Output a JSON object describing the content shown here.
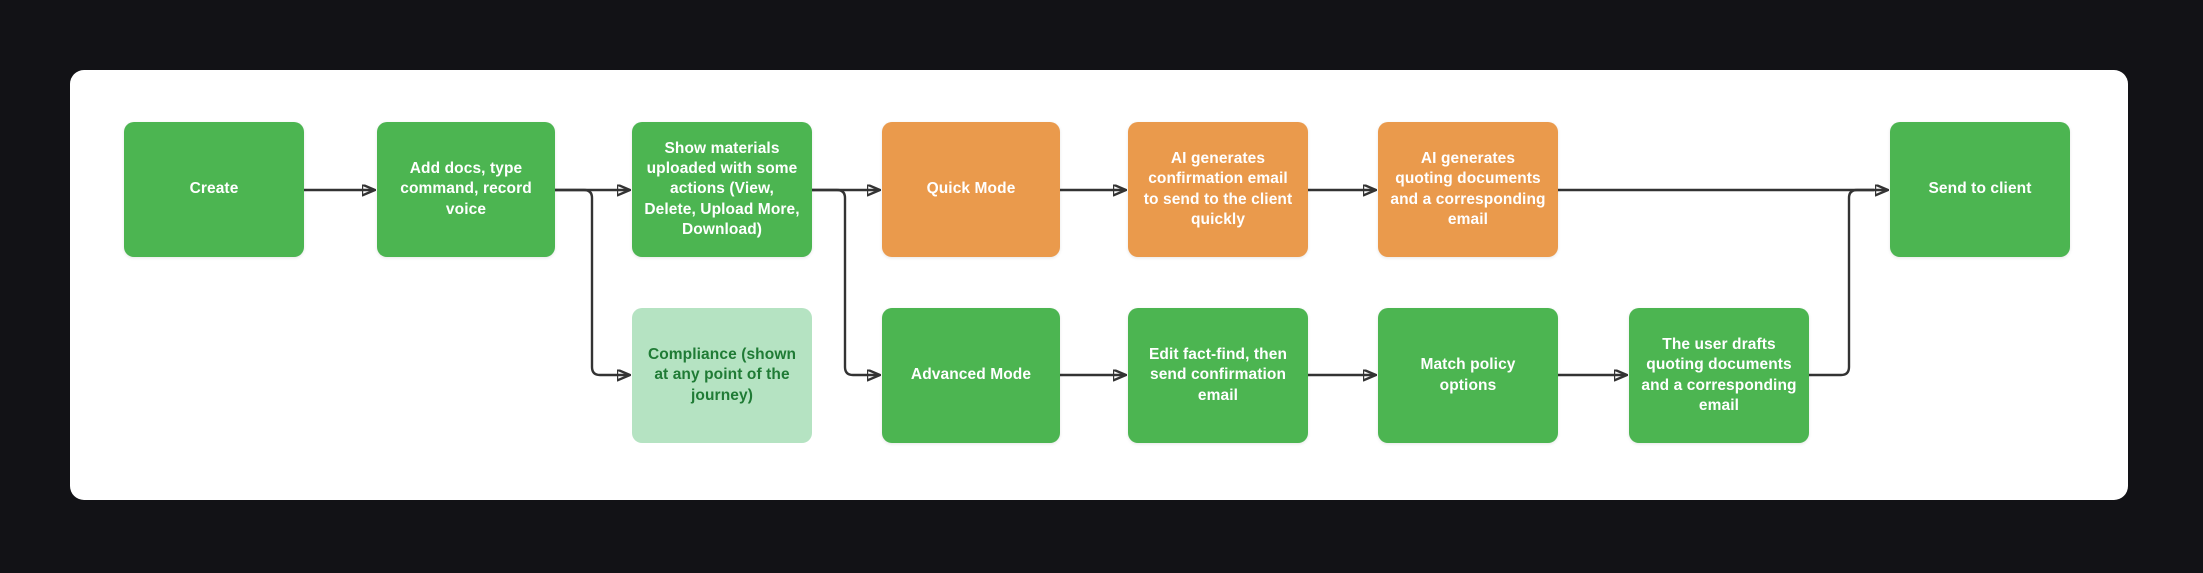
{
  "page": {
    "type": "flowchart"
  },
  "colors": {
    "background": "#121216",
    "card": "#ffffff",
    "green": "#4cb551",
    "orange": "#ea9a4c",
    "mint": "#b5e3c2",
    "mint_text": "#1f7b35",
    "line": "#333333",
    "node_text": "#ffffff"
  },
  "nodes": [
    {
      "id": "create",
      "label": "Create",
      "variant": "green"
    },
    {
      "id": "add-docs",
      "label": "Add docs, type command, record voice",
      "variant": "green"
    },
    {
      "id": "show-materials",
      "label": "Show materials uploaded with some actions (View, Delete, Upload More, Download)",
      "variant": "green"
    },
    {
      "id": "quick-mode",
      "label": "Quick Mode",
      "variant": "orange"
    },
    {
      "id": "ai-confirmation-email",
      "label": "AI generates confirmation email to send to the client quickly",
      "variant": "orange"
    },
    {
      "id": "ai-quoting-documents",
      "label": "AI generates quoting documents and a corresponding email",
      "variant": "orange"
    },
    {
      "id": "send-to-client",
      "label": "Send to client",
      "variant": "green"
    },
    {
      "id": "compliance",
      "label": "Compliance (shown at any point of the journey)",
      "variant": "mint"
    },
    {
      "id": "advanced-mode",
      "label": "Advanced Mode",
      "variant": "green"
    },
    {
      "id": "edit-fact-find",
      "label": "Edit fact-find, then send confirmation email",
      "variant": "green"
    },
    {
      "id": "match-policy-options",
      "label": "Match policy options",
      "variant": "green"
    },
    {
      "id": "user-drafts-quoting",
      "label": "The user drafts quoting documents and a corresponding email",
      "variant": "green"
    }
  ]
}
